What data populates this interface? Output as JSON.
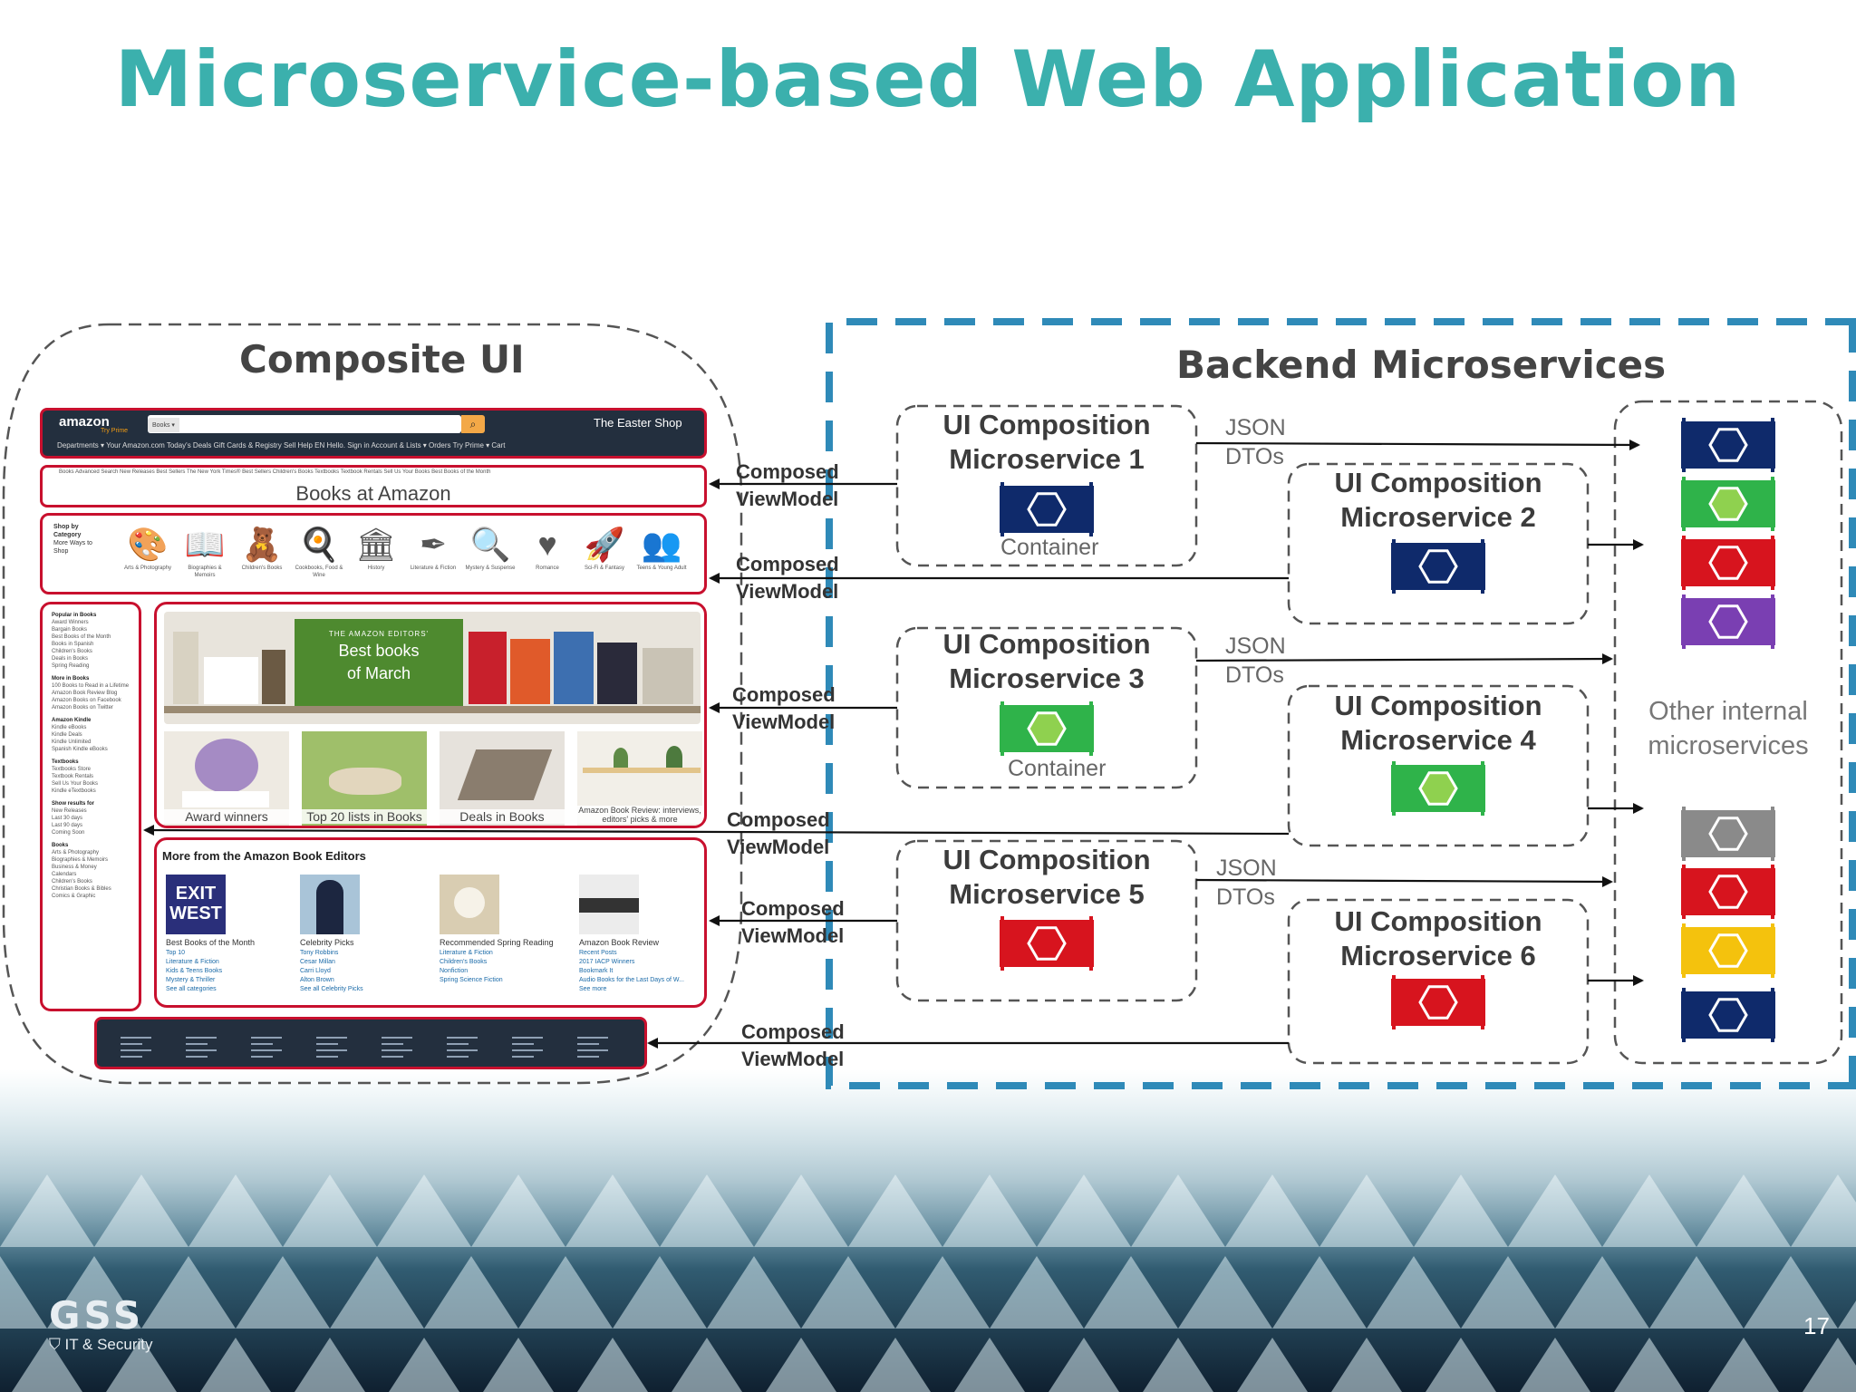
{
  "slide": {
    "title": "Microservice-based Web Application",
    "page_number": "17",
    "logo_text": "GSS",
    "logo_sub": "IT & Security"
  },
  "composite_ui": {
    "title": "Composite UI",
    "amazon": {
      "logo": "amazon",
      "logo_sub": "Try Prime",
      "search_category": "Books ▾",
      "promo": "The Easter Shop",
      "menu": "Departments ▾      Your Amazon.com    Today's Deals    Gift Cards & Registry    Sell    Help          EN      Hello. Sign in  Account & Lists ▾    Orders    Try Prime ▾    Cart",
      "banner_nav": "Books     Advanced Search     New Releases     Best Sellers     The New York Times® Best Sellers     Children's Books     Textbooks     Textbook Rentals     Sell Us Your Books     Best Books of the Month",
      "banner_title": "Books at Amazon",
      "shop_by": [
        "Shop by",
        "Category",
        "More Ways to",
        "Shop"
      ],
      "categories": [
        {
          "icon": "🎨",
          "label": "Arts & Photography"
        },
        {
          "icon": "📖",
          "label": "Biographies & Memoirs"
        },
        {
          "icon": "🧸",
          "label": "Children's Books"
        },
        {
          "icon": "🍳",
          "label": "Cookbooks, Food & Wine"
        },
        {
          "icon": "🏛",
          "label": "History"
        },
        {
          "icon": "✒",
          "label": "Literature & Fiction"
        },
        {
          "icon": "🔍",
          "label": "Mystery & Suspense"
        },
        {
          "icon": "♥",
          "label": "Romance"
        },
        {
          "icon": "🚀",
          "label": "Sci-Fi & Fantasy"
        },
        {
          "icon": "👥",
          "label": "Teens & Young Adult"
        }
      ],
      "left_lists": [
        {
          "head": "Popular in Books",
          "items": [
            "Award Winners",
            "Bargain Books",
            "Best Books of the Month",
            "Books in Spanish",
            "Children's Books",
            "Deals in Books",
            "Spring Reading"
          ]
        },
        {
          "head": "More in Books",
          "items": [
            "100 Books to Read in a Lifetime",
            "Amazon Book Review Blog",
            "Amazon Books on Facebook",
            "Amazon Books on Twitter"
          ]
        },
        {
          "head": "Amazon Kindle",
          "items": [
            "Kindle eBooks",
            "Kindle Deals",
            "Kindle Unlimited",
            "Spanish Kindle eBooks"
          ]
        },
        {
          "head": "Textbooks",
          "items": [
            "Textbooks Store",
            "Textbook Rentals",
            "Sell Us Your Books",
            "Kindle eTextbooks"
          ]
        },
        {
          "head": "Show results for",
          "items": [
            "New Releases",
            "Last 30 days",
            "Last 90 days",
            "Coming Soon"
          ]
        },
        {
          "head": "Books",
          "items": [
            "Arts & Photography",
            "Biographies & Memoirs",
            "Business & Money",
            "Calendars",
            "Children's Books",
            "Christian Books & Bibles",
            "Comics & Graphic"
          ]
        }
      ],
      "hero": {
        "line1": "THE AMAZON EDITORS'",
        "line2": "Best books",
        "line3": "of March"
      },
      "tiles": [
        "Award winners",
        "Top 20 lists in Books",
        "Deals in Books",
        "Amazon Book Review: interviews, editors' picks & more"
      ],
      "editors_title": "More from the Amazon Book Editors",
      "editors": [
        {
          "head": "Best Books of the Month",
          "links": [
            "Top 10",
            "Literature & Fiction",
            "Kids & Teens Books",
            "Mystery & Thriller",
            "See all categories"
          ]
        },
        {
          "head": "Celebrity Picks",
          "links": [
            "Tony Robbins",
            "Cesar Millan",
            "Carri Lloyd",
            "Alton Brown",
            "See all Celebrity Picks"
          ]
        },
        {
          "head": "Recommended Spring Reading",
          "links": [
            "Literature & Fiction",
            "Children's Books",
            "Nonfiction",
            "Spring Science Fiction"
          ]
        },
        {
          "head": "Amazon Book Review",
          "links": [
            "Recent Posts",
            "2017 IACP Winners",
            "Bookmark It",
            "Audio Books for the Last Days of W...",
            "See more"
          ]
        }
      ]
    }
  },
  "connections": {
    "composed_label_1": "Composed",
    "composed_label_2": "ViewModel",
    "json_label_1": "JSON",
    "json_label_2": "DTOs"
  },
  "backend": {
    "title": "Backend Microservices",
    "services": [
      {
        "line1": "UI Composition",
        "line2": "Microservice 1",
        "container": "Container"
      },
      {
        "line1": "UI Composition",
        "line2": "Microservice 2"
      },
      {
        "line1": "UI Composition",
        "line2": "Microservice 3",
        "container": "Container"
      },
      {
        "line1": "UI Composition",
        "line2": "Microservice 4"
      },
      {
        "line1": "UI Composition",
        "line2": "Microservice 5"
      },
      {
        "line1": "UI Composition",
        "line2": "Microservice 6"
      }
    ],
    "other_line1": "Other internal",
    "other_line2": "microservices"
  },
  "colors": {
    "title": "#3bb0ad",
    "highlight": "#c8102e",
    "backend_border": "#2f8ab8",
    "navy": "#0f2a6b",
    "green": "#2fb34a",
    "red": "#d7141e",
    "purple": "#7a3fb2",
    "gray": "#8a8a8a",
    "yellow": "#f4c20d"
  }
}
